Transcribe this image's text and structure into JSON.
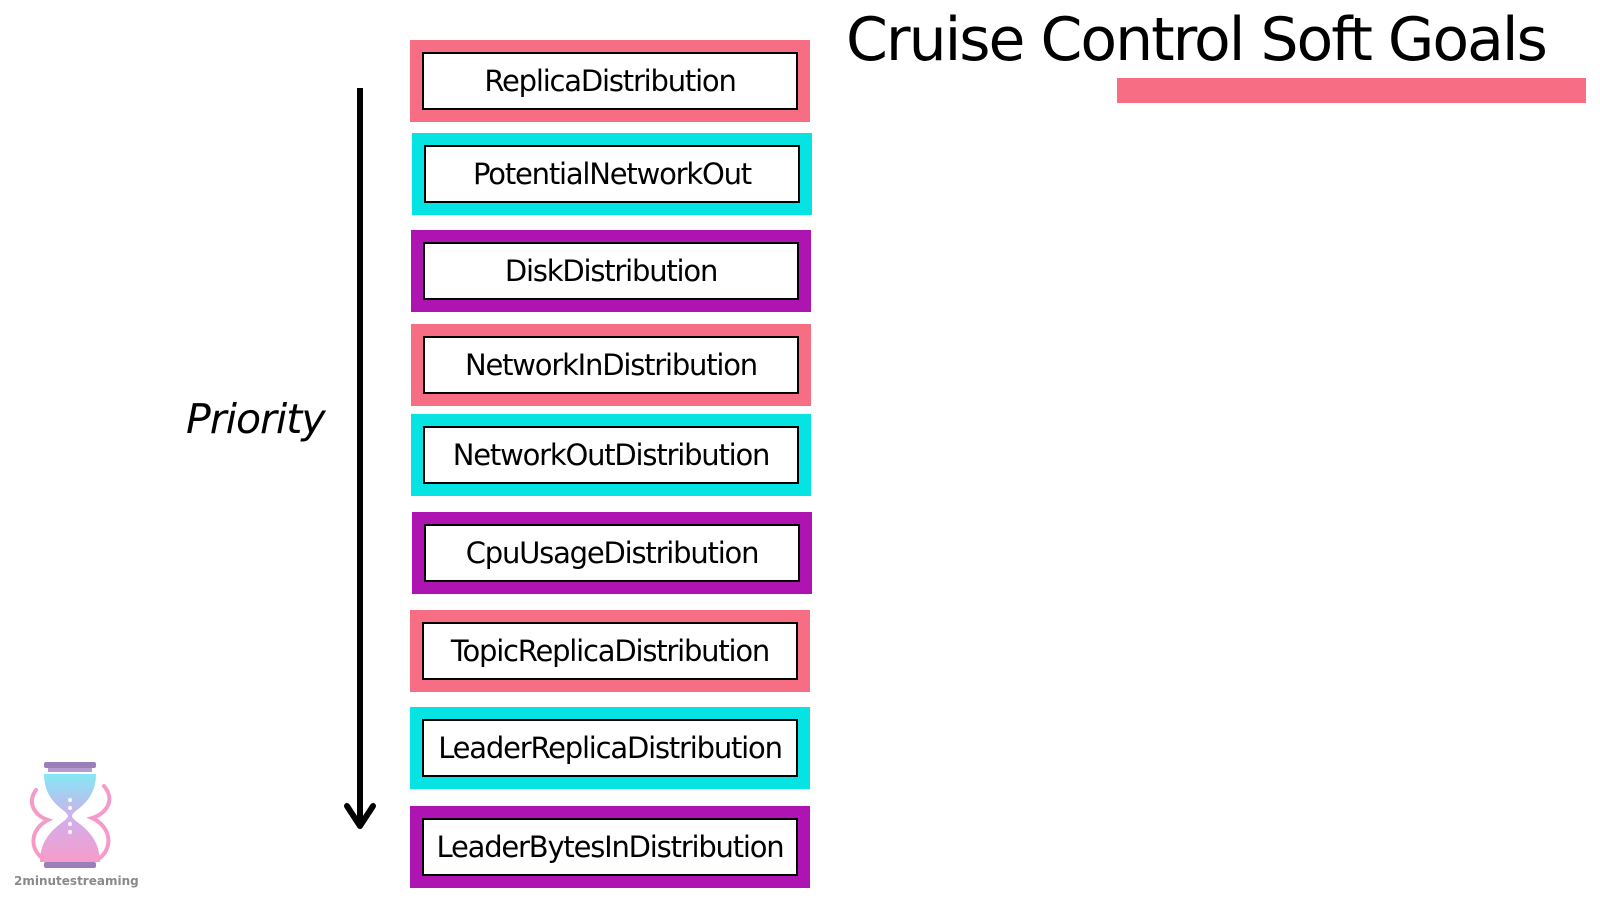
{
  "title": "Cruise Control Soft Goals",
  "priority_label": "Priority",
  "colors": {
    "pink": "#F76D83",
    "cyan": "#06E3E3",
    "purple": "#AE14B1",
    "accent_underline": "#F76D83"
  },
  "goals": [
    {
      "label": "ReplicaDistribution",
      "color": "pink"
    },
    {
      "label": "PotentialNetworkOut",
      "color": "cyan"
    },
    {
      "label": "DiskDistribution",
      "color": "purple"
    },
    {
      "label": "NetworkInDistribution",
      "color": "pink"
    },
    {
      "label": "NetworkOutDistribution",
      "color": "cyan"
    },
    {
      "label": "CpuUsageDistribution",
      "color": "purple"
    },
    {
      "label": "TopicReplicaDistribution",
      "color": "pink"
    },
    {
      "label": "LeaderReplicaDistribution",
      "color": "cyan"
    },
    {
      "label": "LeaderBytesInDistribution",
      "color": "purple"
    }
  ],
  "logo": {
    "icon": "hourglass-icon",
    "text": "2minutestreaming"
  }
}
